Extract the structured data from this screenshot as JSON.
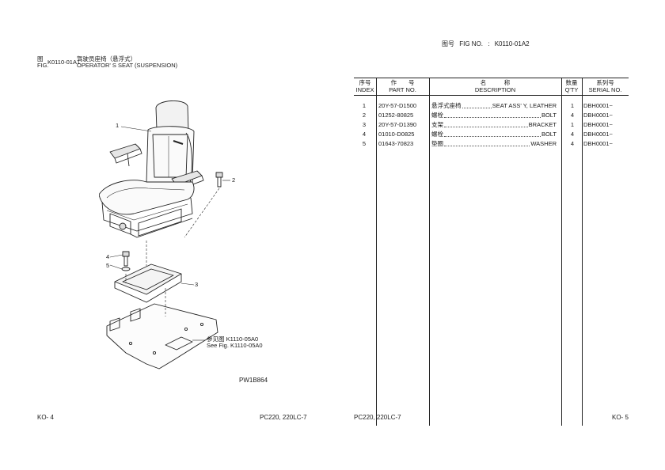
{
  "left_page": {
    "fig_label_zh": "图",
    "fig_label_en": "FIG.",
    "fig_code": "K0110-01A1",
    "title_zh": "驾驶员座椅（悬浮式）",
    "title_en": "OPERATOR' S SEAT (SUSPENSION)",
    "callouts": [
      "1",
      "2",
      "3",
      "4",
      "5"
    ],
    "ref_note_zh": "参见图 K1110-05A0",
    "ref_note_en": "See Fig. K1110-05A0",
    "illustration_code": "PW1B864",
    "page_no": "KO- 4",
    "model": "PC220, 220LC-7"
  },
  "right_page": {
    "fig_label_zh": "图号",
    "fig_label_en": "FIG NO.",
    "fig_sep": ":",
    "fig_code": "K0110-01A2",
    "headers": {
      "index": {
        "zh": "序号",
        "en": "INDEX"
      },
      "part_no": {
        "zh": "作　　号",
        "en": "PART NO."
      },
      "description": {
        "zh": "名　　　称",
        "en": "DESCRIPTION"
      },
      "qty": {
        "zh": "数量",
        "en": "Q'TY"
      },
      "serial": {
        "zh": "系列号",
        "en": "SERIAL NO."
      }
    },
    "rows": [
      {
        "index": "1",
        "part_no": "20Y-57-D1500",
        "desc_zh": "悬浮式座椅",
        "desc_en": "SEAT ASS' Y, LEATHER",
        "qty": "1",
        "serial": "DBH0001~"
      },
      {
        "index": "2",
        "part_no": "01252-80825",
        "desc_zh": "螺栓",
        "desc_en": "BOLT",
        "qty": "4",
        "serial": "DBH0001~"
      },
      {
        "index": "3",
        "part_no": "20Y-57-D1390",
        "desc_zh": "支架",
        "desc_en": "BRACKET",
        "qty": "1",
        "serial": "DBH0001~"
      },
      {
        "index": "4",
        "part_no": "01010-D0825",
        "desc_zh": "螺栓",
        "desc_en": "BOLT",
        "qty": "4",
        "serial": "DBH0001~"
      },
      {
        "index": "5",
        "part_no": "01643-70823",
        "desc_zh": "垫圈",
        "desc_en": "WASHER",
        "qty": "4",
        "serial": "DBH0001~"
      }
    ],
    "model": "PC220, 220LC-7",
    "page_no": "KO- 5"
  },
  "colors": {
    "ink": "#1a1a1a",
    "paper": "#ffffff"
  }
}
